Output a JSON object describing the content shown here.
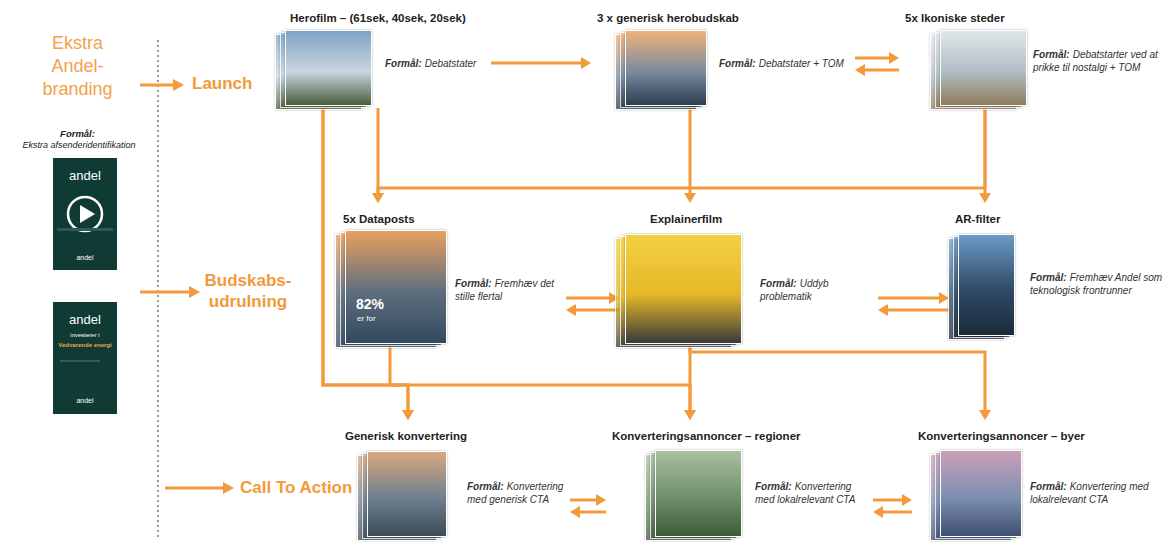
{
  "diagram": {
    "nodes": [
      {
        "text": [
          "Herofilm – (61sek, 40sek, 20sek)",
          "Formål:",
          "Debatstater"
        ]
      },
      {
        "text": [
          "3 x generisk herobudskab",
          "Formål:",
          "Debatstater + TOM"
        ]
      },
      {
        "text": [
          "5x Ikoniske steder",
          "Formål:",
          "Debatstarter ved at prikke til nostalgi + TOM"
        ]
      },
      {
        "text": [
          "5x Dataposts",
          "Formål:",
          "Fremhæv det stille flertal"
        ]
      },
      {
        "text": [
          "Explainerfilm",
          "Formål:",
          "Uddyb problematik"
        ]
      },
      {
        "text": [
          "AR-filter",
          "Formål:",
          "Fremhæv Andel som teknologisk frontrunner"
        ]
      },
      {
        "text": [
          "Generisk konvertering",
          "Formål:",
          "Konvertering med generisk CTA"
        ]
      },
      {
        "text": [
          "Konverteringsannoncer – regioner",
          "Formål:",
          "Konvertering med lokalrelevant CTA"
        ]
      },
      {
        "text": [
          "Konverteringsannoncer – byer",
          "Formål:",
          "Konvertering med lokalrelevant CTA"
        ]
      }
    ],
    "edges": [
      {
        "from": 0,
        "to": 1,
        "arrow": "to"
      },
      {
        "from": 1,
        "to": 2,
        "arrow": "both"
      },
      {
        "from": 0,
        "to": 3,
        "arrow": "to"
      },
      {
        "from": 1,
        "to": 4,
        "arrow": "to"
      },
      {
        "from": 2,
        "to": 5,
        "arrow": "to"
      },
      {
        "from": 2,
        "to": 3,
        "arrow": "to"
      },
      {
        "from": 3,
        "to": 4,
        "arrow": "both"
      },
      {
        "from": 4,
        "to": 5,
        "arrow": "both"
      },
      {
        "from": 0,
        "to": 6,
        "arrow": "to"
      },
      {
        "from": 0,
        "to": 7,
        "arrow": "to"
      },
      {
        "from": 3,
        "to": 6,
        "arrow": "to"
      },
      {
        "from": 4,
        "to": 7,
        "arrow": "to"
      },
      {
        "from": 4,
        "to": 8,
        "arrow": "to"
      },
      {
        "from": 6,
        "to": 7,
        "arrow": "both"
      },
      {
        "from": 7,
        "to": 8,
        "arrow": "both"
      }
    ],
    "labels": [
      "Ekstra Andel- branding",
      "Formål:",
      "Ekstra afsenderidentifikation",
      "andel",
      "andel",
      "andel",
      "investerer i",
      "Vedvarende energi",
      "andel",
      "Launch",
      "Budskabs- udrulning",
      "Call To Action",
      "82%",
      "er for"
    ]
  }
}
